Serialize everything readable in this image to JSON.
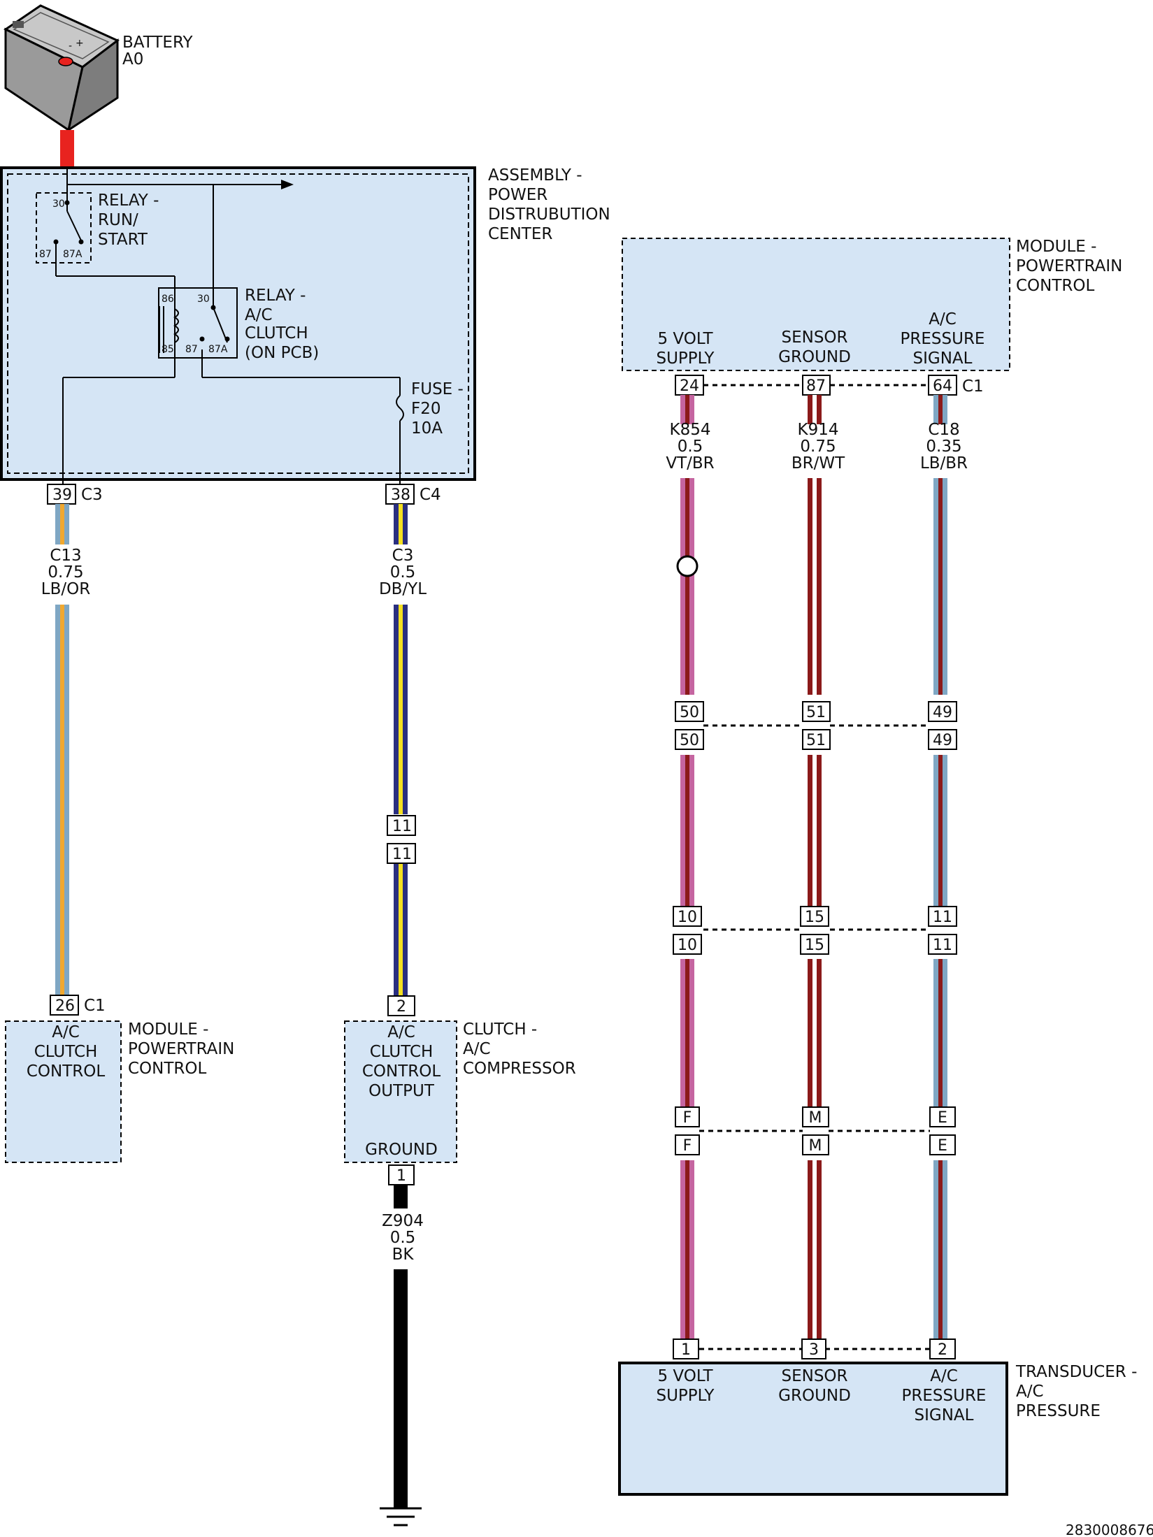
{
  "battery": {
    "name": "BATTERY",
    "id": "A0"
  },
  "pdc": {
    "title": [
      "ASSEMBLY -",
      "POWER",
      "DISTRUBUTION",
      "CENTER"
    ],
    "relay_run_start": {
      "label": [
        "RELAY -",
        "RUN/",
        "START"
      ],
      "pins": [
        "30",
        "87",
        "87A"
      ]
    },
    "relay_ac_clutch": {
      "label": [
        "RELAY -",
        "A/C",
        "CLUTCH",
        "(ON PCB)"
      ],
      "pins": [
        "86",
        "30",
        "85",
        "87",
        "87A"
      ]
    },
    "fuse": {
      "label": [
        "FUSE -",
        "F20",
        "10A"
      ]
    }
  },
  "connectors": {
    "pdc_c3": {
      "pin": "39",
      "name": "C3"
    },
    "pdc_c4": {
      "pin": "38",
      "name": "C4"
    },
    "pcm_left": {
      "pin": "26",
      "name": "C1"
    },
    "pcm_right": {
      "pins": [
        "24",
        "87",
        "64"
      ],
      "name": "C1"
    },
    "inline1": {
      "pins": [
        "50",
        "51",
        "49"
      ]
    },
    "inline2": {
      "pins": [
        "10",
        "15",
        "11"
      ]
    },
    "inline3": {
      "pins": [
        "F",
        "M",
        "E"
      ]
    },
    "clutch_top": {
      "pin": "11"
    },
    "clutch_pin": {
      "pin": "2"
    },
    "ground_pin": {
      "pin": "1"
    },
    "transducer": {
      "pins": [
        "1",
        "3",
        "2"
      ]
    }
  },
  "wires": {
    "c13": [
      "C13",
      "0.75",
      "LB/OR"
    ],
    "c3": [
      "C3",
      "0.5",
      "DB/YL"
    ],
    "z904": [
      "Z904",
      "0.5",
      "BK"
    ],
    "k854": [
      "K854",
      "0.5",
      "VT/BR"
    ],
    "k914": [
      "K914",
      "0.75",
      "BR/WT"
    ],
    "c18": [
      "C18",
      "0.35",
      "LB/BR"
    ]
  },
  "pcm_left": {
    "box_text": [
      "A/C",
      "CLUTCH",
      "CONTROL"
    ],
    "label": [
      "MODULE -",
      "POWERTRAIN",
      "CONTROL"
    ]
  },
  "clutch": {
    "box_text": [
      "A/C",
      "CLUTCH",
      "CONTROL",
      "OUTPUT"
    ],
    "ground_text": "GROUND",
    "label": [
      "CLUTCH -",
      "A/C",
      "COMPRESSOR"
    ]
  },
  "pcm_right": {
    "label": [
      "MODULE -",
      "POWERTRAIN",
      "CONTROL"
    ],
    "signals": [
      [
        "5 VOLT",
        "SUPPLY"
      ],
      [
        "SENSOR",
        "GROUND"
      ],
      [
        "A/C",
        "PRESSURE",
        "SIGNAL"
      ]
    ]
  },
  "transducer": {
    "label": [
      "TRANSDUCER -",
      "A/C",
      "PRESSURE"
    ],
    "signals": [
      [
        "5 VOLT",
        "SUPPLY"
      ],
      [
        "SENSOR",
        "GROUND"
      ],
      [
        "A/C",
        "PRESSURE",
        "SIGNAL"
      ]
    ]
  },
  "figure_id": "2830008676",
  "colors": {
    "box_fill": "#d5e5f5",
    "lb": "#7fa7c4",
    "or": "#f0a830",
    "db": "#2a2f80",
    "yl": "#f4e020",
    "vt": "#c565a0",
    "br": "#8b1a1a",
    "wt": "#ffffff",
    "bk": "#000000",
    "battery_cable": "#e8231f"
  }
}
